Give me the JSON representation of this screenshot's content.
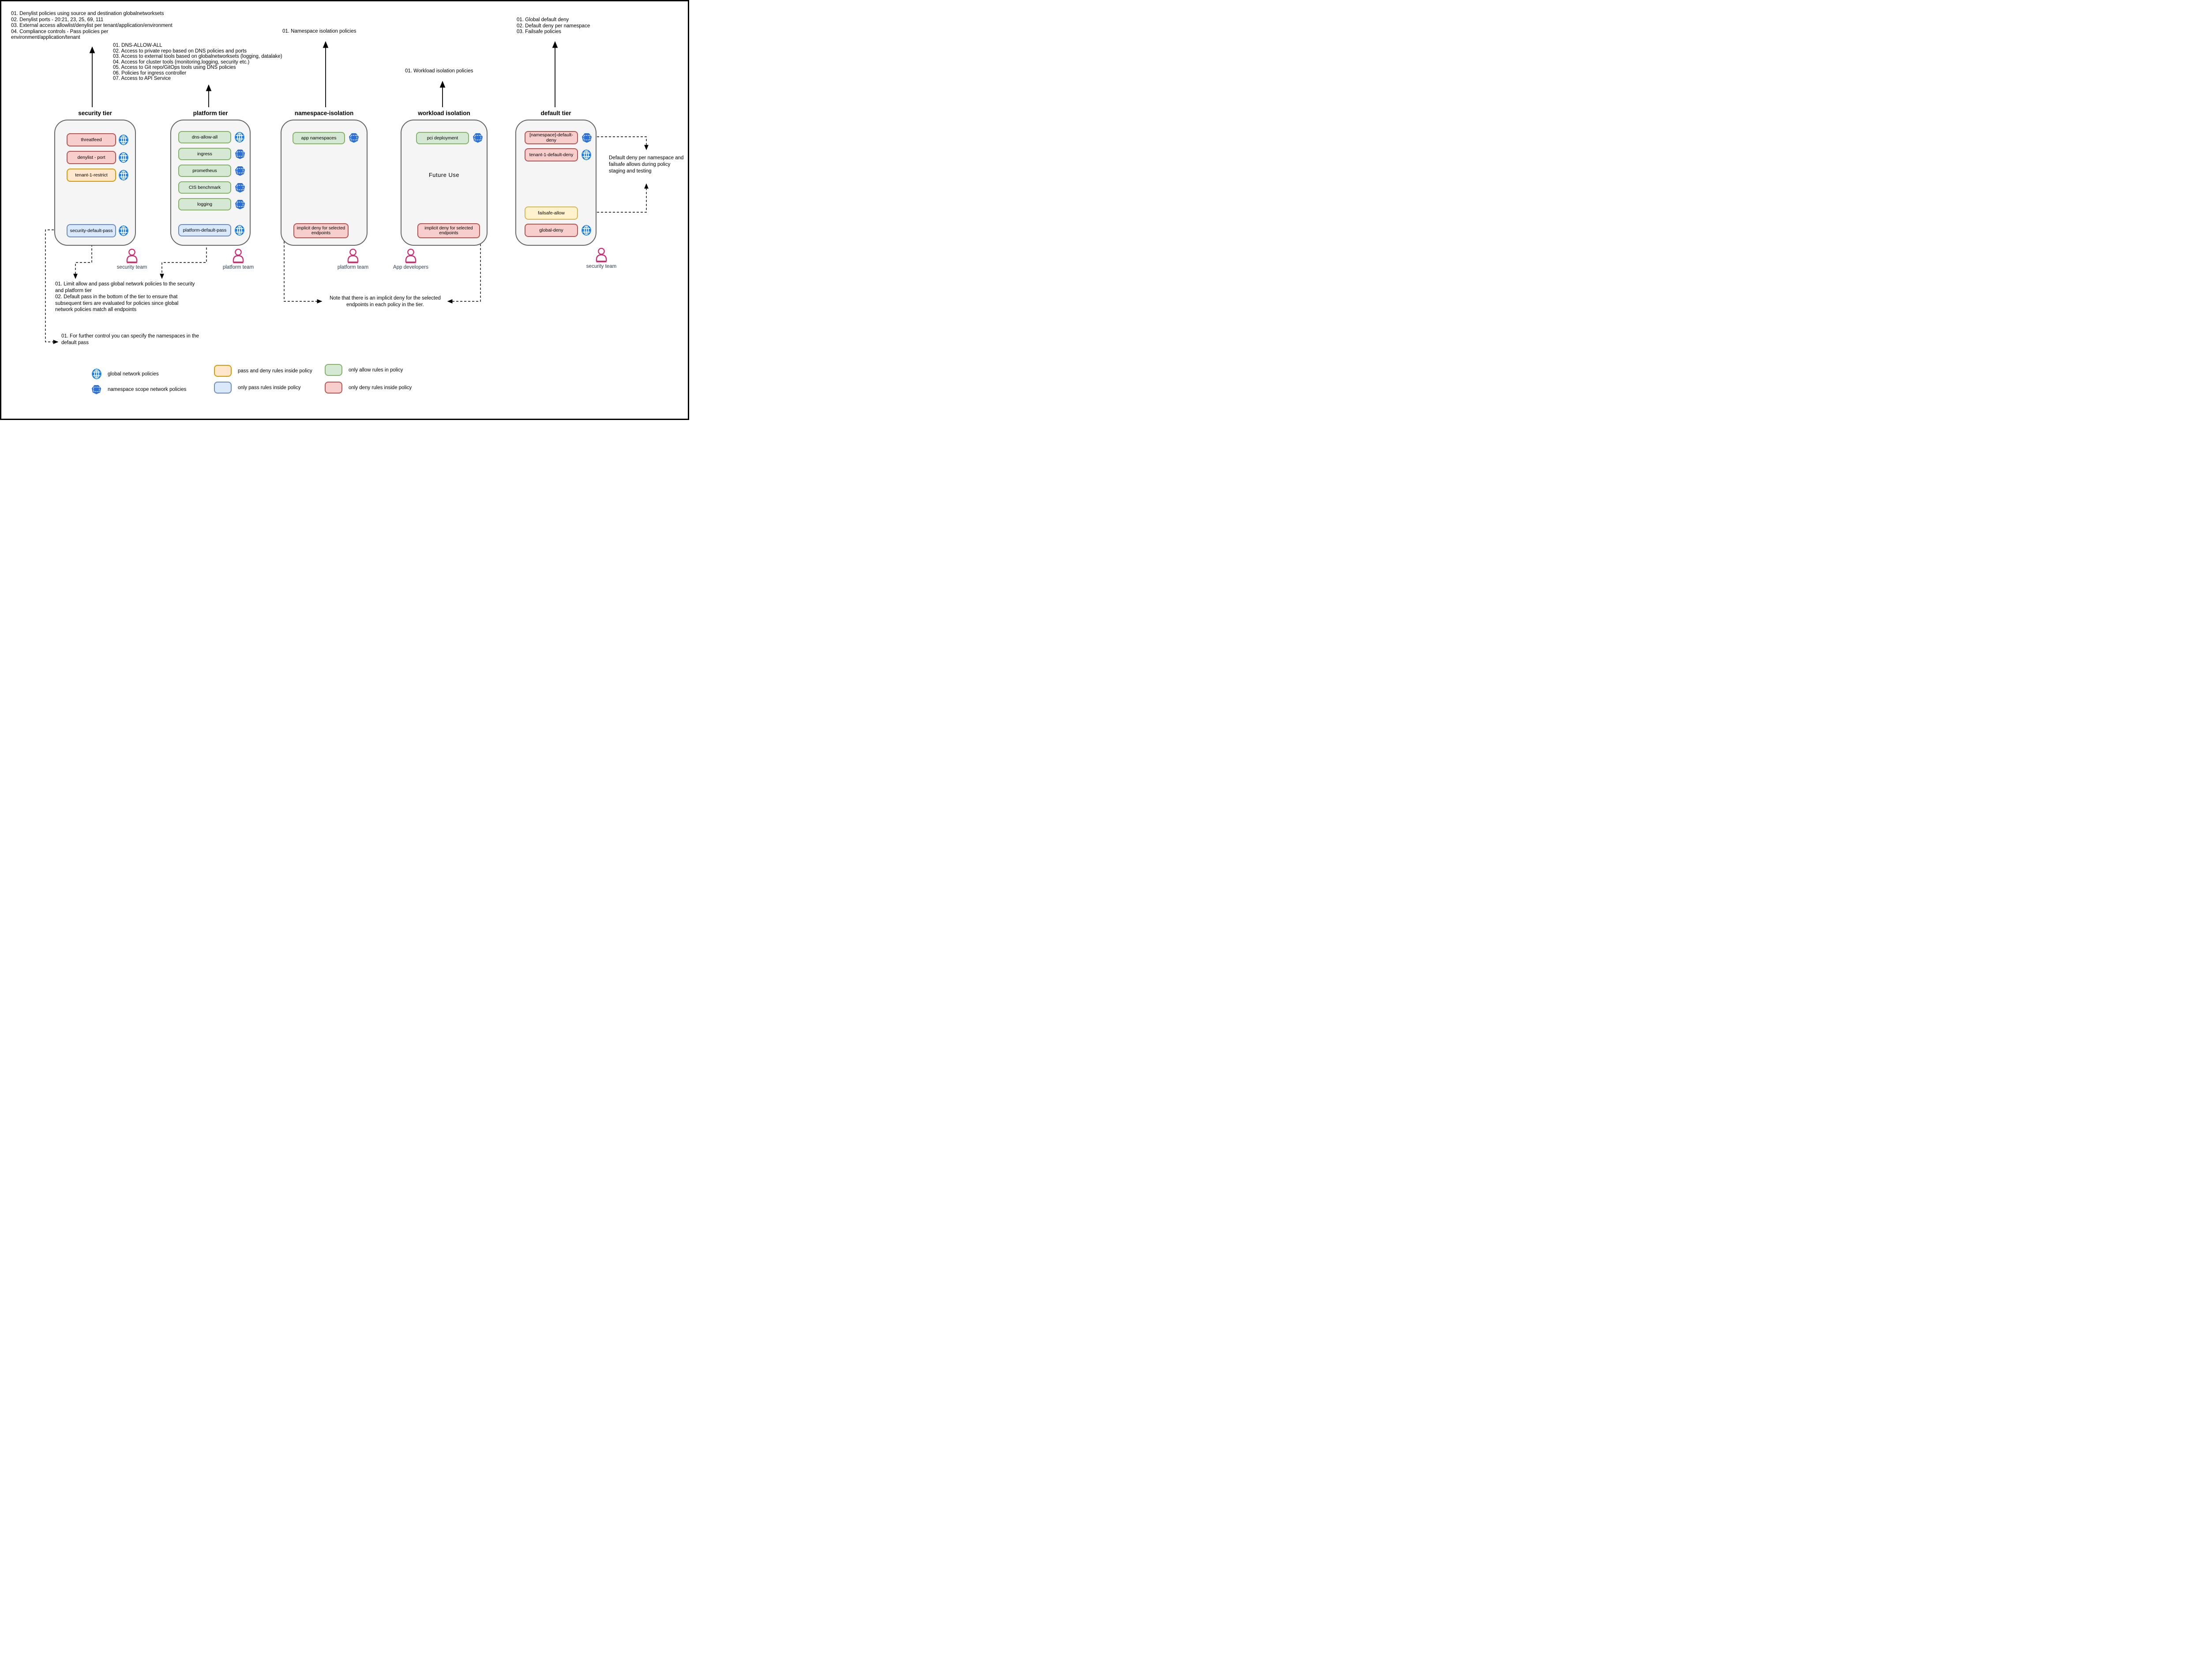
{
  "notes": {
    "top_left": [
      "01. Denylist policies using source and destination globalnetworksets",
      "02. Denylist ports - 20:21, 23, 25, 69, 111",
      "03. External access allowlist/denylist per tenant/application/environment",
      "04. Compliance controls - Pass policies per",
      "environment/application/tenant"
    ],
    "platform_list": [
      "01. DNS-ALLOW-ALL",
      "02. Access to private repo based on DNS policies and ports",
      "03. Access to external tools based on globalnetworksets (logging, datalake)",
      "04. Access for cluster tools (monitoring,logging, security etc.)",
      "05. Access to Git repo/GitOps tools using DNS policies",
      "06. Policies for ingress controller",
      "07. Access to API Service"
    ],
    "namespace_note": "01. Namespace isolation policies",
    "workload_note": "01. Workload isolation policies",
    "default_list": [
      "01. Global default deny",
      "02. Default deny per namespace",
      "03. Failsafe policies"
    ],
    "limit_pass": [
      "01. Limit allow and pass global network policies to the security",
      "and platform tier",
      "02. Default pass in the bottom of the tier to ensure that",
      "subsequent tiers are evaluated for policies since global",
      "network policies match all endpoints"
    ],
    "further_control": [
      "01. For further control you can specify the namespaces in the",
      "default pass"
    ],
    "implicit_deny_note": "Note that there is an implicit deny for the selected endpoints in each policy in the tier.",
    "staging_note": [
      "Default deny per namespace and",
      "failsafe allows during policy",
      "staging and testing"
    ]
  },
  "tiers": [
    {
      "title": "security tier",
      "boxes": [
        {
          "label": "threatfeed",
          "style": "deny",
          "icon": "globe"
        },
        {
          "label": "denylist - port",
          "style": "deny",
          "icon": "globe"
        },
        {
          "label": "tenant-1-restrict",
          "style": "passdeny",
          "icon": "globe"
        },
        {
          "label": "security-default-pass",
          "style": "pass",
          "icon": "globe"
        }
      ]
    },
    {
      "title": "platform tier",
      "boxes": [
        {
          "label": "dns-allow-all",
          "style": "allow",
          "icon": "globe"
        },
        {
          "label": "ingress",
          "style": "allow",
          "icon": "namespace"
        },
        {
          "label": "prometheus",
          "style": "allow",
          "icon": "namespace"
        },
        {
          "label": "CIS benchmark",
          "style": "allow",
          "icon": "namespace"
        },
        {
          "label": "logging",
          "style": "allow",
          "icon": "namespace"
        },
        {
          "label": "platform-default-pass",
          "style": "pass",
          "icon": "globe"
        }
      ]
    },
    {
      "title": "namespace-isolation",
      "boxes": [
        {
          "label": "app namespaces",
          "style": "allow",
          "icon": "namespace"
        },
        {
          "label": "implicit deny for selected endpoints",
          "style": "deny",
          "icon": "none"
        }
      ]
    },
    {
      "title": "workload isolation",
      "center_text": "Future Use",
      "boxes": [
        {
          "label": "pci deployment",
          "style": "allow",
          "icon": "namespace"
        },
        {
          "label": "implicit deny for selected endpoints",
          "style": "deny",
          "icon": "none"
        }
      ]
    },
    {
      "title": "default tier",
      "boxes": [
        {
          "label": "[namespace]-default-deny",
          "style": "deny",
          "icon": "namespace"
        },
        {
          "label": "tenant-1-default-deny",
          "style": "deny",
          "icon": "globe"
        },
        {
          "label": "failsafe-allow",
          "style": "failsafe",
          "icon": "none"
        },
        {
          "label": "global-deny",
          "style": "deny",
          "icon": "globe"
        }
      ]
    }
  ],
  "teams": [
    {
      "label": "security team"
    },
    {
      "label": "platform team"
    },
    {
      "label": "platform team"
    },
    {
      "label": "App developers"
    },
    {
      "label": "security team"
    }
  ],
  "legend": {
    "items": [
      {
        "icon": "globe-icon",
        "label": "global network policies"
      },
      {
        "icon": "namespace-icon",
        "label": "namespace scope network policies"
      },
      {
        "icon": "swatch-passdeny",
        "label": "pass and deny rules inside policy"
      },
      {
        "icon": "swatch-pass",
        "label": "only pass rules inside policy"
      },
      {
        "icon": "swatch-allow",
        "label": "only allow rules in policy"
      },
      {
        "icon": "swatch-deny",
        "label": "only deny rules inside policy"
      }
    ]
  },
  "colors": {
    "deny_fill": "#f8cecc",
    "deny_border": "#b85450",
    "allow_fill": "#d5e8d4",
    "allow_border": "#82b366",
    "pass_fill": "#dae8fc",
    "pass_border": "#6c8ebf",
    "pass_deny_fill": "#ffe6cc",
    "pass_deny_border": "#d79b00",
    "failsafe_fill": "#fff2cc",
    "failsafe_border": "#d6b656",
    "tier_fill": "#f5f5f5",
    "tier_border": "#666666",
    "globe_icon": "#1a7ee6",
    "namespace_icon": "#2b6fd9",
    "person_icon": "#d6246e",
    "team_label_color": "#2d3e50"
  }
}
